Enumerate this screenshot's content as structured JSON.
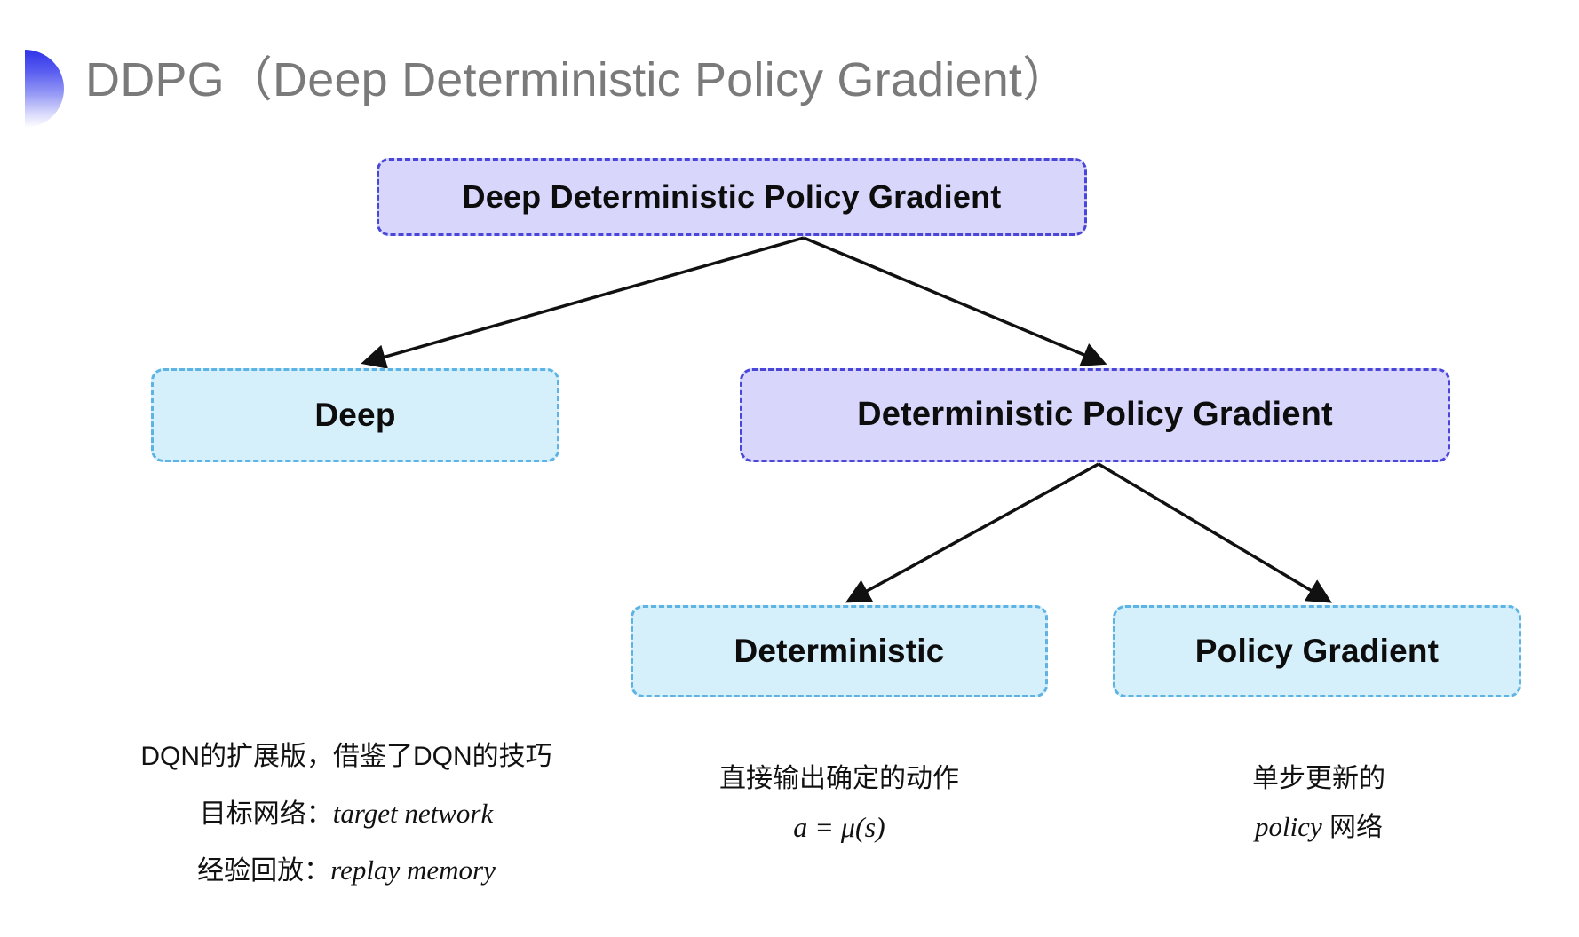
{
  "slide": {
    "title": "DDPG（Deep Deterministic Policy Gradient）",
    "bullet_icon": "gradient-halfcircle-icon",
    "background_color": "#ffffff",
    "title_color": "#7a7a7a"
  },
  "palette": {
    "purple_fill": "#d8d7fb",
    "purple_border": "#4a46d8",
    "lightblue_fill": "#d5effb",
    "lightblue_border": "#5cb3e4",
    "arrow_color": "#111111"
  },
  "diagram": {
    "nodes": [
      {
        "id": "root",
        "label": "Deep Deterministic Policy Gradient",
        "style": "purple"
      },
      {
        "id": "deep",
        "label": "Deep",
        "style": "lightblue"
      },
      {
        "id": "dpg",
        "label": "Deterministic Policy Gradient",
        "style": "purple"
      },
      {
        "id": "det",
        "label": "Deterministic",
        "style": "lightblue"
      },
      {
        "id": "pg",
        "label": "Policy Gradient",
        "style": "lightblue"
      }
    ],
    "edges": [
      {
        "from": "root",
        "to": "deep"
      },
      {
        "from": "root",
        "to": "dpg"
      },
      {
        "from": "dpg",
        "to": "det"
      },
      {
        "from": "dpg",
        "to": "pg"
      }
    ]
  },
  "captions": {
    "deep": {
      "line1": "DQN的扩展版，借鉴了DQN的技巧",
      "line2_label": "目标网络：",
      "line2_term": "target network",
      "line3_label": "经验回放：",
      "line3_term": "replay memory"
    },
    "deterministic": {
      "line1": "直接输出确定的动作",
      "formula": "a = μ(s)"
    },
    "policy_gradient": {
      "line1": "单步更新的",
      "line2_term": "policy",
      "line2_suffix": " 网络"
    }
  }
}
